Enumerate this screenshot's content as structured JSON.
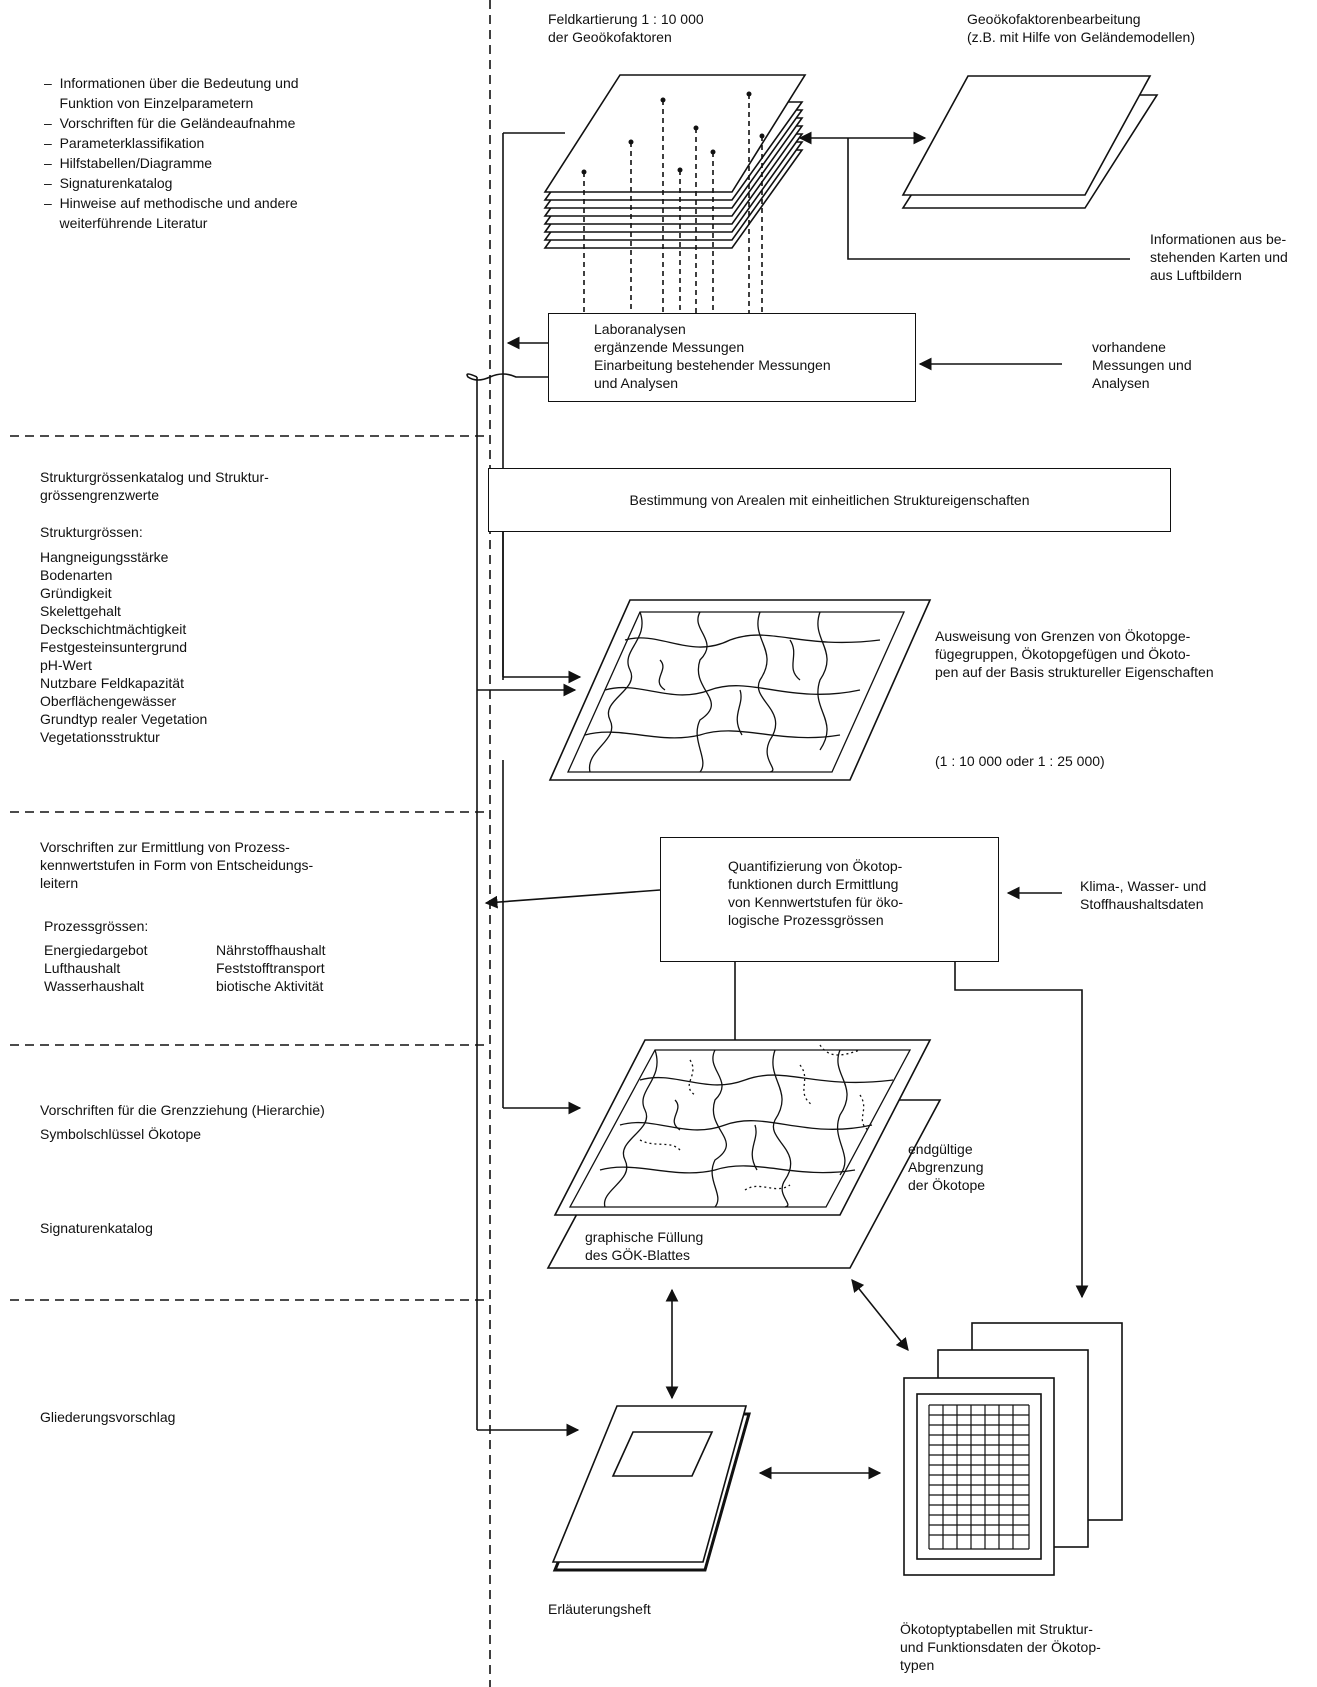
{
  "top": {
    "feld": [
      "Feldkartierung 1 : 10 000",
      "der Geoökofaktoren"
    ],
    "geo": [
      "Geoökofaktorenbearbeitung",
      "(z.B. mit Hilfe von Geländemodellen)"
    ],
    "info_karten": [
      "Informationen aus be-",
      "stehenden Karten und",
      "aus Luftbildern"
    ],
    "vorhandene": [
      "vorhandene",
      "Messungen und",
      "Analysen"
    ]
  },
  "section1": {
    "items": [
      "–  Informationen über die Bedeutung und",
      "    Funktion von Einzelparametern",
      "–  Vorschriften für die Geländeaufnahme",
      "–  Parameterklassifikation",
      "–  Hilfstabellen/Diagramme",
      "–  Signaturenkatalog",
      "–  Hinweise auf methodische und andere",
      "    weiterführende Literatur"
    ]
  },
  "labor_box": [
    "Laboranalysen",
    "ergänzende Messungen",
    "Einarbeitung bestehender Messungen",
    "und Analysen"
  ],
  "section2": {
    "title": [
      "Strukturgrössenkatalog und Struktur-",
      "grössengrenzwerte"
    ],
    "subtitle": "Strukturgrössen:",
    "items": [
      "Hangneigungsstärke",
      "Bodenarten",
      "Gründigkeit",
      "Skelettgehalt",
      "Deckschichtmächtigkeit",
      "Festgesteinsuntergrund",
      "pH-Wert",
      "Nutzbare Feldkapazität",
      "Oberflächengewässer",
      "Grundtyp realer Vegetation",
      "Vegetationsstruktur"
    ]
  },
  "bestimmung_box": "Bestimmung von Arealen mit einheitlichen Struktureigenschaften",
  "ausweisung": [
    "Ausweisung von Grenzen von Ökotopge-",
    "fügegruppen, Ökotopgefügen und Ökoto-",
    "pen auf der Basis struktureller Eigenschaften"
  ],
  "massstab": "(1 : 10 000 oder 1 : 25 000)",
  "section3": {
    "title": [
      "Vorschriften zur Ermittlung von Prozess-",
      "kennwertstufen in Form von Entscheidungs-",
      "leitern"
    ],
    "subtitle": "Prozessgrössen:",
    "col1": [
      "Energiedargebot",
      "Lufthaushalt",
      "Wasserhaushalt"
    ],
    "col2": [
      "Nährstoffhaushalt",
      "Feststofftransport",
      "biotische Aktivität"
    ]
  },
  "quant_box": [
    "Quantifizierung von Ökotop-",
    "funktionen durch Ermittlung",
    "von Kennwertstufen für öko-",
    "logische Prozessgrössen"
  ],
  "klima": [
    "Klima-, Wasser- und",
    "Stoffhaushaltsdaten"
  ],
  "section4": {
    "grenz": "Vorschriften für die Grenzziehung (Hierarchie)",
    "symbol": "Symbolschlüssel Ökotope",
    "signatur": "Signaturenkatalog"
  },
  "endgueltig": [
    "endgültige",
    "Abgrenzung",
    "der Ökotope"
  ],
  "graphisch": [
    "graphische Füllung",
    "des GÖK-Blattes"
  ],
  "section5": {
    "gliederung": "Gliederungsvorschlag"
  },
  "erlaeuterung": "Erläuterungsheft",
  "tabellen": [
    "Ökotoptyptabellen mit Struktur-",
    "und Funktionsdaten der Ökotop-",
    "typen"
  ]
}
